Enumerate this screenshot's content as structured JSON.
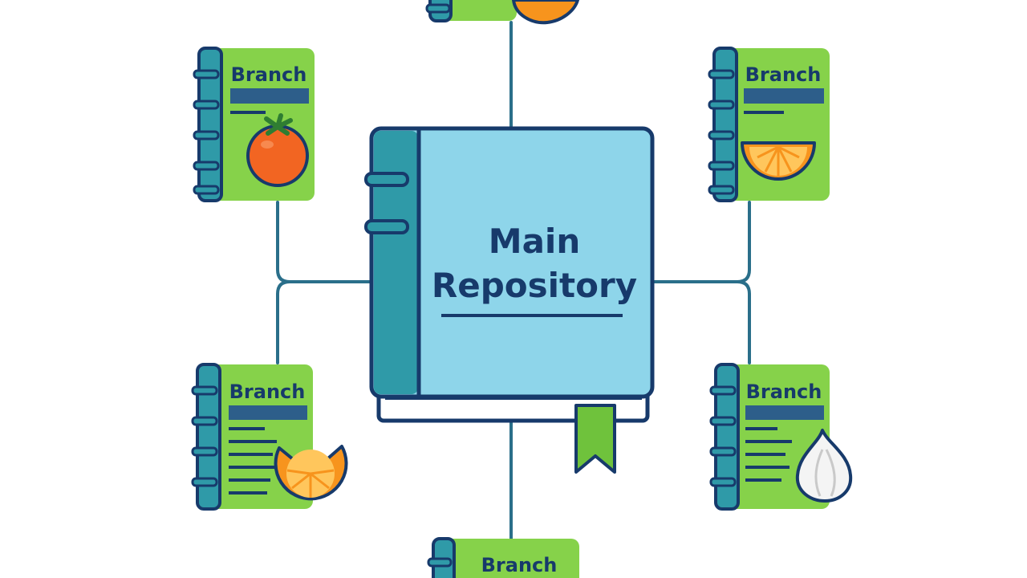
{
  "main_repository": {
    "line1": "Main",
    "line2": "Repository"
  },
  "branches": [
    {
      "id": "top-left",
      "label": "Branch",
      "icon": "tomato-icon"
    },
    {
      "id": "top-right",
      "label": "Branch",
      "icon": "orange-slice-icon"
    },
    {
      "id": "bottom-left",
      "label": "Branch",
      "icon": "orange-slice-icon"
    },
    {
      "id": "bottom-right",
      "label": "Branch",
      "icon": "garlic-icon"
    },
    {
      "id": "bottom-center",
      "label": "Branch",
      "icon": ""
    },
    {
      "id": "top-center",
      "label": "",
      "icon": "orange-icon"
    }
  ],
  "colors": {
    "book_cover": "#8ed5ea",
    "book_spine": "#2f9aa8",
    "outline": "#173a6b",
    "branch_card": "#86d24a",
    "branch_spine": "#2f9aa8",
    "connector": "#2a6f8a",
    "bookmark": "#6fc23c",
    "tomato": "#f26522",
    "orange": "#f7941d"
  }
}
